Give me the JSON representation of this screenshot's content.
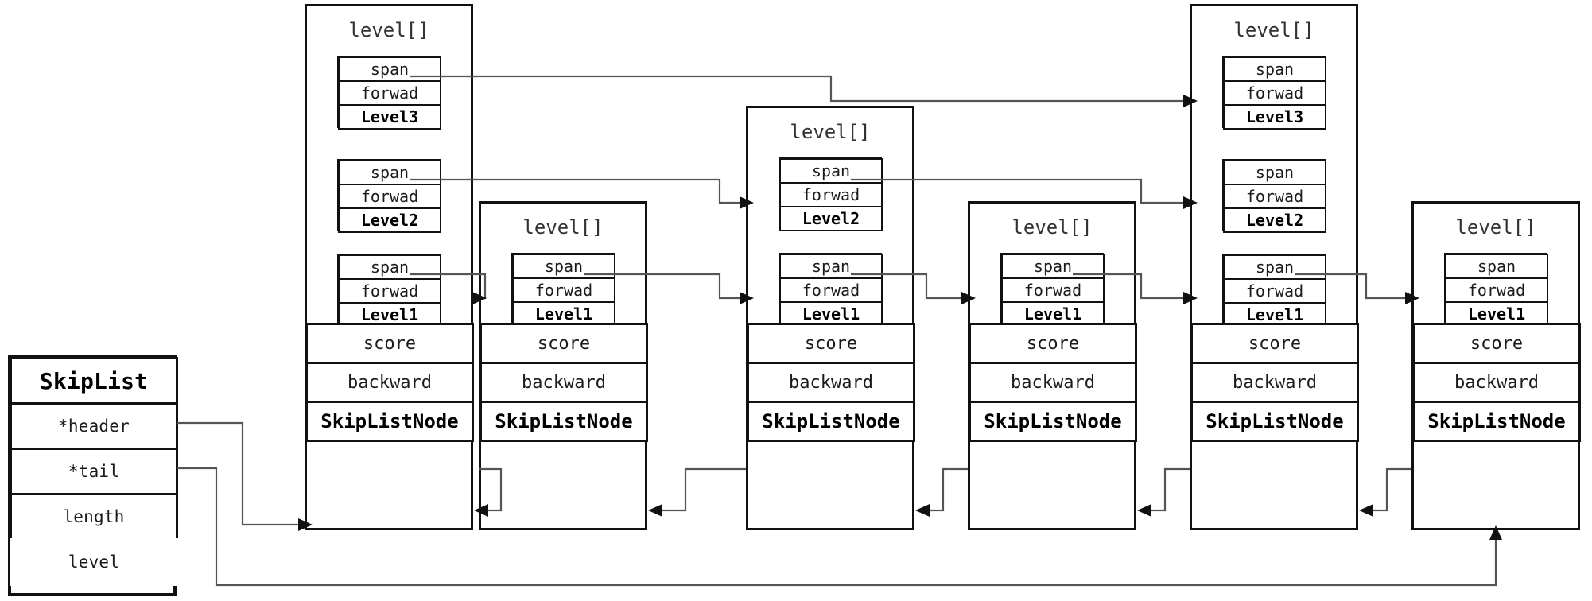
{
  "diagram": {
    "title_struct": "SkipList",
    "labels": {
      "level_array": "level[]",
      "span": "span",
      "forward": "forwad",
      "score": "score",
      "backward": "backward",
      "node_type": "SkipListNode",
      "level3": "Level3",
      "level2": "Level2",
      "level1": "Level1"
    },
    "colors": {
      "stroke": "#111111",
      "wire": "#555555",
      "background": "#ffffff",
      "text": "#1b1b1b"
    }
  },
  "skiplist": {
    "title": "SkipList",
    "fields": [
      {
        "label": "*header"
      },
      {
        "label": "*tail"
      },
      {
        "label": "length"
      },
      {
        "label": "level"
      }
    ]
  },
  "nodes": [
    {
      "id": "node-1",
      "role": "header",
      "array_label": "level[]",
      "type_label": "SkipListNode",
      "score_label": "score",
      "backward_label": "backward",
      "levels": [
        {
          "name": "Level3",
          "span": "span",
          "forward": "forwad"
        },
        {
          "name": "Level2",
          "span": "span",
          "forward": "forwad"
        },
        {
          "name": "Level1",
          "span": "span",
          "forward": "forwad"
        }
      ]
    },
    {
      "id": "node-2",
      "role": "data",
      "array_label": "level[]",
      "type_label": "SkipListNode",
      "score_label": "score",
      "backward_label": "backward",
      "levels": [
        {
          "name": "Level1",
          "span": "span",
          "forward": "forwad"
        }
      ]
    },
    {
      "id": "node-3",
      "role": "data",
      "array_label": "level[]",
      "type_label": "SkipListNode",
      "score_label": "score",
      "backward_label": "backward",
      "levels": [
        {
          "name": "Level2",
          "span": "span",
          "forward": "forwad"
        },
        {
          "name": "Level1",
          "span": "span",
          "forward": "forwad"
        }
      ]
    },
    {
      "id": "node-4",
      "role": "data",
      "array_label": "level[]",
      "type_label": "SkipListNode",
      "score_label": "score",
      "backward_label": "backward",
      "levels": [
        {
          "name": "Level1",
          "span": "span",
          "forward": "forwad"
        }
      ]
    },
    {
      "id": "node-5",
      "role": "data",
      "array_label": "level[]",
      "type_label": "SkipListNode",
      "score_label": "score",
      "backward_label": "backward",
      "levels": [
        {
          "name": "Level3",
          "span": "span",
          "forward": "forwad"
        },
        {
          "name": "Level2",
          "span": "span",
          "forward": "forwad"
        },
        {
          "name": "Level1",
          "span": "span",
          "forward": "forwad"
        }
      ]
    },
    {
      "id": "node-6",
      "role": "tail",
      "array_label": "level[]",
      "type_label": "SkipListNode",
      "score_label": "score",
      "backward_label": "backward",
      "levels": [
        {
          "name": "Level1",
          "span": "span",
          "forward": "forwad"
        }
      ]
    }
  ],
  "connections": {
    "header_pointer": {
      "from": "*header",
      "to": "node-1"
    },
    "tail_pointer": {
      "from": "*tail",
      "to": "node-6"
    },
    "forward_links": [
      {
        "level": "Level3",
        "from": "node-1",
        "to": "node-5"
      },
      {
        "level": "Level2",
        "from": "node-1",
        "to": "node-3"
      },
      {
        "level": "Level1",
        "from": "node-1",
        "to": "node-2"
      },
      {
        "level": "Level1",
        "from": "node-2",
        "to": "node-3"
      },
      {
        "level": "Level2",
        "from": "node-3",
        "to": "node-5"
      },
      {
        "level": "Level1",
        "from": "node-3",
        "to": "node-4"
      },
      {
        "level": "Level1",
        "from": "node-4",
        "to": "node-5"
      },
      {
        "level": "Level1",
        "from": "node-5",
        "to": "node-6"
      }
    ],
    "backward_links": [
      {
        "from": "node-2",
        "to": "node-1"
      },
      {
        "from": "node-3",
        "to": "node-2"
      },
      {
        "from": "node-4",
        "to": "node-3"
      },
      {
        "from": "node-5",
        "to": "node-4"
      },
      {
        "from": "node-6",
        "to": "node-5"
      }
    ]
  }
}
